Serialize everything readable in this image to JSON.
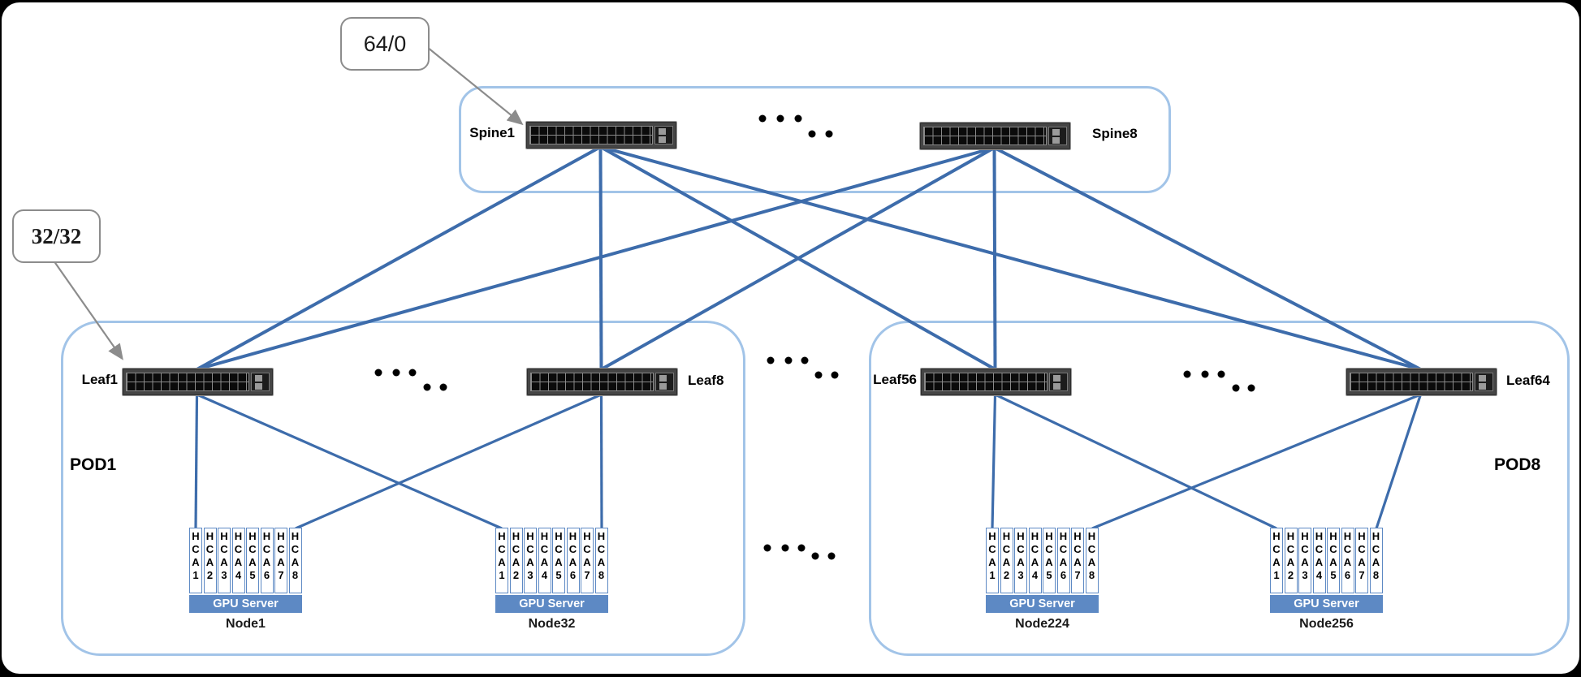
{
  "diagram": {
    "callouts": [
      {
        "text": "64/0",
        "points_to": "Spine1"
      },
      {
        "text": "32/32",
        "points_to": "Leaf1"
      }
    ],
    "spine_group": {
      "spines": [
        {
          "label": "Spine1"
        },
        {
          "label": "Spine8"
        }
      ]
    },
    "pods": [
      {
        "label": "POD1",
        "leaves": [
          {
            "label": "Leaf1"
          },
          {
            "label": "Leaf8"
          }
        ],
        "servers": [
          {
            "node": "Node1",
            "bar_label": "GPU Server",
            "hcas": [
              "HCA1",
              "HCA2",
              "HCA3",
              "HCA4",
              "HCA5",
              "HCA6",
              "HCA7",
              "HCA8"
            ]
          },
          {
            "node": "Node32",
            "bar_label": "GPU Server",
            "hcas": [
              "HCA1",
              "HCA2",
              "HCA3",
              "HCA4",
              "HCA5",
              "HCA6",
              "HCA7",
              "HCA8"
            ]
          }
        ]
      },
      {
        "label": "POD8",
        "leaves": [
          {
            "label": "Leaf56"
          },
          {
            "label": "Leaf64"
          }
        ],
        "servers": [
          {
            "node": "Node224",
            "bar_label": "GPU Server",
            "hcas": [
              "HCA1",
              "HCA2",
              "HCA3",
              "HCA4",
              "HCA5",
              "HCA6",
              "HCA7",
              "HCA8"
            ]
          },
          {
            "node": "Node256",
            "bar_label": "GPU Server",
            "hcas": [
              "HCA1",
              "HCA2",
              "HCA3",
              "HCA4",
              "HCA5",
              "HCA6",
              "HCA7",
              "HCA8"
            ]
          }
        ]
      }
    ],
    "colors": {
      "link": "#3d6cab",
      "container_border": "#a2c4e8",
      "gpu_bar": "#5d89c4",
      "hca_border": "#5d89c4",
      "callout_border": "#8c8c8c",
      "dots": "#000000"
    }
  }
}
